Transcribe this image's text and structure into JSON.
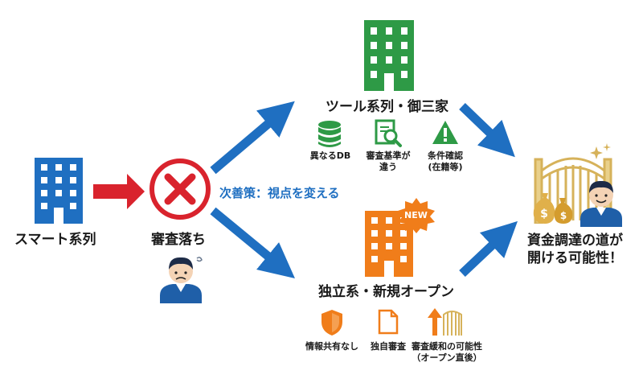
{
  "nodes": {
    "smart": {
      "label": "スマート系列"
    },
    "reject": {
      "label": "審査落ち"
    },
    "tools": {
      "label": "ツール系列・御三家"
    },
    "independent": {
      "label": "独立系・新規オープン"
    },
    "goal": {
      "label_line1": "資金調達の道が",
      "label_line2": "開ける可能性！"
    }
  },
  "next_step_label": "次善策：視点を変える",
  "new_badge": "NEW",
  "tools_features": [
    {
      "icon": "database-icon",
      "line1": "異なるDB",
      "line2": ""
    },
    {
      "icon": "magnifier-document-icon",
      "line1": "審査基準が",
      "line2": "違う"
    },
    {
      "icon": "warning-icon",
      "line1": "条件確認",
      "line2": "(在籍等)"
    }
  ],
  "independent_features": [
    {
      "icon": "shield-icon",
      "line1": "情報共有なし",
      "line2": ""
    },
    {
      "icon": "document-icon",
      "line1": "独自審査",
      "line2": ""
    },
    {
      "icon": "gate-arrow-icon",
      "line1": "審査緩和の可能性",
      "line2": "（オープン直後）"
    }
  ],
  "colors": {
    "blue": "#1f6fc1",
    "red": "#d9232d",
    "green": "#2e9a46",
    "orange": "#f07d1a",
    "gold": "#d6b25a"
  }
}
